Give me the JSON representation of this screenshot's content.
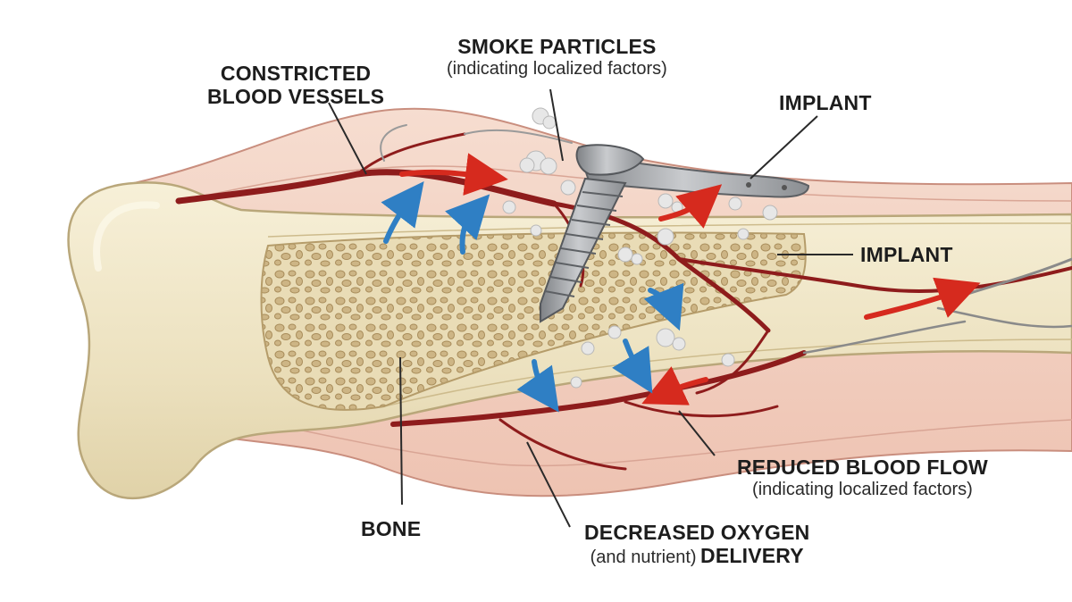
{
  "colors": {
    "background": "#ffffff",
    "soft_tissue": "#f2cfc0",
    "bone": "#efe6c8",
    "cancellous": "#d9c49a",
    "vessel": "#8e1c1c",
    "flow_arrow_red": "#d62a1e",
    "flow_arrow_blue": "#2f7fc4",
    "implant": "#a7a9ac",
    "smoke": "#e6e6e6"
  },
  "icons": [
    "smoke-particle-icon",
    "red-flow-arrow-icon",
    "blue-flow-arrow-icon",
    "bone-screw-icon",
    "bone-plate-icon"
  ],
  "labels": {
    "constricted": {
      "line1": "CONSTRICTED",
      "line2": "BLOOD VESSELS"
    },
    "smoke": {
      "title": "SMOKE PARTICLES",
      "sub": "(indicating localized factors)"
    },
    "implant_top": "IMPLANT",
    "implant_right": "IMPLANT",
    "bone": "BONE",
    "reduced": {
      "title": "REDUCED BLOOD FLOW",
      "sub": "(indicating localized factors)"
    },
    "oxygen": {
      "line1": "DECREASED OXYGEN",
      "line2_prefix": "(and nutrient)",
      "line2_bold": "DELIVERY"
    }
  }
}
